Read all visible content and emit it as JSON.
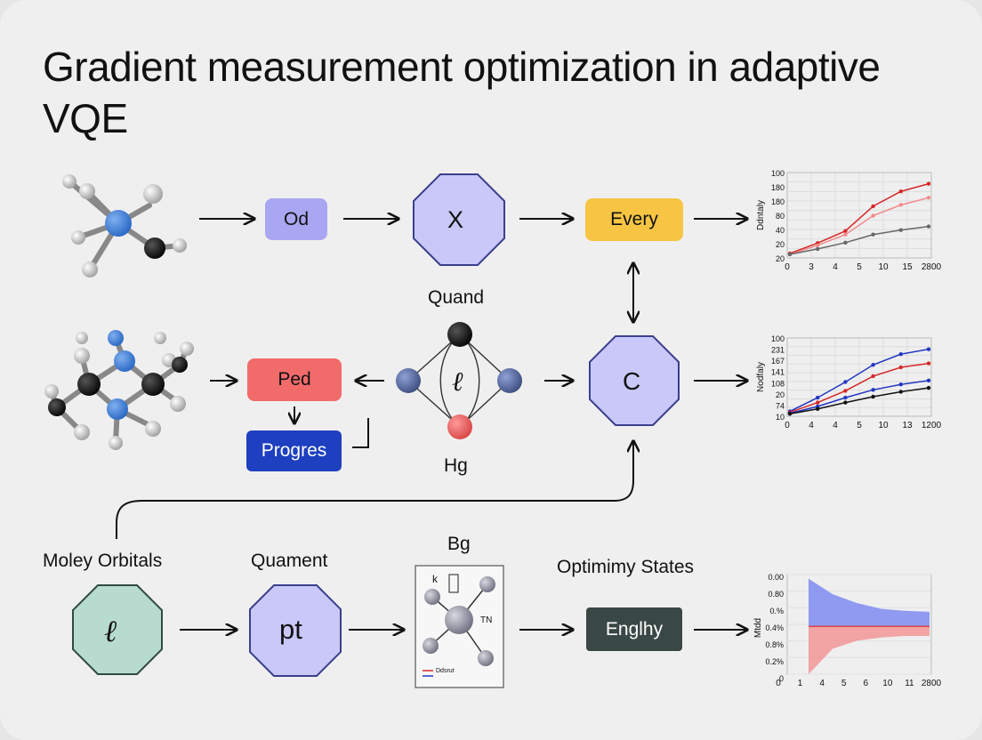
{
  "title": "Gradient measurement optimization in adaptive VQE",
  "colors": {
    "lavender": "#a9a6f2",
    "octagon_fill": "#c9c8f9",
    "yellow": "#f7c543",
    "red": "#f26b6b",
    "blue": "#1e3fbf",
    "teal_fill": "#b7dccf",
    "dark_green": "#3a4845",
    "chart_red": "#d62728",
    "chart_pink": "#f28b8b",
    "chart_blue": "#2136c2",
    "chart_gray": "#666666"
  },
  "row1": {
    "box1": "Od",
    "octagon": "X",
    "box2": "Every"
  },
  "row2": {
    "top_label": "Quand",
    "bottom_label": "Hg",
    "center_glyph": "ℓ",
    "box_red": "Ped",
    "box_blue": "Progres",
    "octagon": "C"
  },
  "row3": {
    "label_left": "Moley Orbitals",
    "label_mid": "Quament",
    "label_panel": "Bg",
    "label_right": "Optimimy States",
    "octagon_left": "ℓ",
    "octagon_mid": "pt",
    "box_dark": "Englhy",
    "panel_k": "k",
    "panel_tn": "TN",
    "panel_legend": "Ddsrut"
  },
  "chart_data": [
    {
      "type": "line",
      "ylabel": "Ddntaly",
      "x": [
        "0",
        "3",
        "4",
        "5",
        "10",
        "15",
        "2800"
      ],
      "yticks": [
        "100",
        "180",
        "180",
        "80",
        "40",
        "20",
        "20"
      ],
      "series": [
        {
          "values": [
            10,
            33,
            60,
            115,
            148,
            165
          ]
        },
        {
          "values": [
            8,
            28,
            52,
            94,
            118,
            134
          ]
        },
        {
          "values": [
            8,
            20,
            34,
            52,
            62,
            70
          ]
        }
      ]
    },
    {
      "type": "line",
      "ylabel": "Nodfaly",
      "x": [
        "0",
        "4",
        "4",
        "5",
        "10",
        "13",
        "1200"
      ],
      "yticks": [
        "100",
        "231",
        "167",
        "141",
        "108",
        "20",
        "74",
        "10"
      ],
      "series": [
        {
          "values": [
            10,
            38,
            70,
            105,
            127,
            137
          ]
        },
        {
          "values": [
            8,
            28,
            52,
            82,
            100,
            108
          ]
        },
        {
          "values": [
            6,
            20,
            38,
            54,
            65,
            73
          ]
        },
        {
          "values": [
            5,
            15,
            28,
            40,
            50,
            58
          ]
        }
      ]
    },
    {
      "type": "area",
      "ylabel": "Mtdd",
      "x": [
        "0",
        "1",
        "4",
        "5",
        "6",
        "10",
        "11",
        "2800"
      ],
      "yticks": [
        "0.00",
        "0.80",
        "0.%",
        "0.4%",
        "0.8%",
        "0.2%",
        "0"
      ],
      "series": [
        {
          "values": [
            0.92,
            0.62,
            0.45,
            0.34,
            0.3,
            0.28
          ]
        },
        {
          "values": [
            0.6,
            0.28,
            0.18,
            0.14,
            0.12,
            0.12
          ]
        }
      ]
    }
  ]
}
